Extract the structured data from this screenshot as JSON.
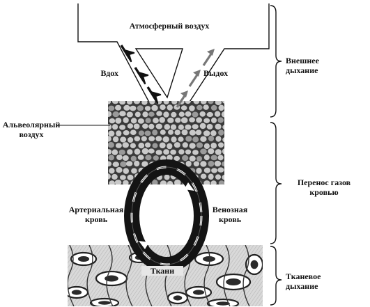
{
  "labels": {
    "atmospheric_air": "Атмосферный воздух",
    "inhale": "Вдох",
    "exhale": "Выдох",
    "alveolar_air_line1": "Альвеолярный",
    "alveolar_air_line2": "воздух",
    "arterial_blood_line1": "Артериальная",
    "arterial_blood_line2": "кровь",
    "venous_blood_line1": "Венозная",
    "venous_blood_line2": "кровь",
    "tissues": "Ткани"
  },
  "stages": [
    {
      "line1": "Внешнее",
      "line2": "дыхание"
    },
    {
      "line1": "Перенос газов",
      "line2": "кровью"
    },
    {
      "line1": "Тканевое",
      "line2": "дыхание"
    }
  ],
  "colors": {
    "ink": "#111111",
    "alveoli_bg": "#3a3a3a",
    "alveoli_cell": "#c9c9c9",
    "vessel": "#141414",
    "tissue_bg": "#d9d9d9"
  }
}
